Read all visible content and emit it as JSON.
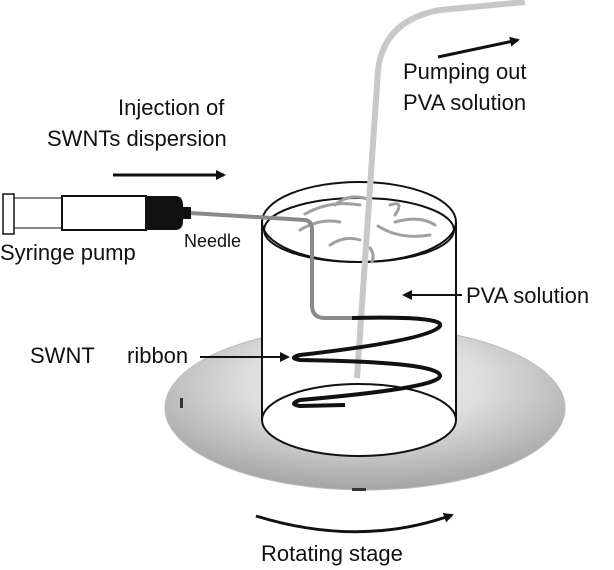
{
  "figure": {
    "type": "experimental-setup-schematic",
    "labels": {
      "injection_line1": "Injection of",
      "injection_line2": "SWNTs dispersion",
      "syringe_pump": "Syringe pump",
      "needle": "Needle",
      "pumping_line1": "Pumping out",
      "pumping_line2": "PVA solution",
      "pva_solution": "PVA solution",
      "swnt": "SWNT",
      "ribbon": "ribbon",
      "rotating_stage": "Rotating stage"
    },
    "colors": {
      "ink": "#111111",
      "tube": "#c8c8c8",
      "needle": "#8a8a8a",
      "stage_outer": "#a8a8a8",
      "stage_inner": "#e6e6e6",
      "swirl": "#a0a0a0"
    }
  }
}
